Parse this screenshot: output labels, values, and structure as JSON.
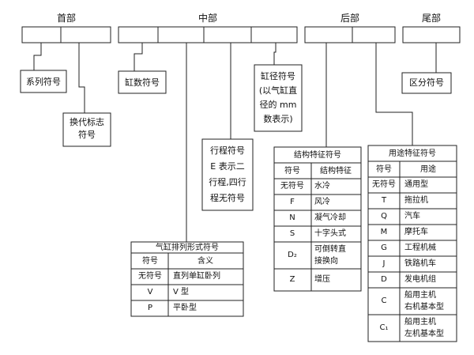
{
  "headers": {
    "head": "首部",
    "middle": "中部",
    "rear": "后部",
    "tail": "尾部"
  },
  "labels": {
    "series_code": "系列符号",
    "variant_code": [
      "换代标志",
      "符号"
    ],
    "cylinder_count_code": "缸数符号",
    "bore_code": [
      "缸径符号",
      "(以气缸直",
      "径的 mm",
      "数表示)"
    ],
    "stroke_code": [
      "行程符号",
      "E 表示二",
      "行程,四行",
      "程无符号"
    ],
    "distinguish_code": "区分符号"
  },
  "tables": {
    "arrangement": {
      "title": "气缸排列形式符号",
      "columns": [
        "符号",
        "含义"
      ],
      "rows": [
        [
          "无符号",
          "直列单缸卧列"
        ],
        [
          "V",
          "V 型"
        ],
        [
          "P",
          "平卧型"
        ]
      ]
    },
    "structure": {
      "title": "结构特征符号",
      "columns": [
        "符号",
        "结构特征"
      ],
      "rows": [
        [
          "无符号",
          "水冷"
        ],
        [
          "F",
          "风冷"
        ],
        [
          "N",
          "凝气冷却"
        ],
        [
          "S",
          "十字头式"
        ],
        [
          "D₂",
          "可倒转直|接换向"
        ],
        [
          "Z",
          "增压"
        ]
      ]
    },
    "usage": {
      "title": "用途特征符号",
      "columns": [
        "符号",
        "用途"
      ],
      "rows": [
        [
          "无符号",
          "通用型"
        ],
        [
          "T",
          "拖拉机"
        ],
        [
          "Q",
          "汽车"
        ],
        [
          "M",
          "摩托车"
        ],
        [
          "G",
          "工程机械"
        ],
        [
          "J",
          "铁路机车"
        ],
        [
          "D",
          "发电机组"
        ],
        [
          "C",
          "船用主机|右机基本型"
        ],
        [
          "C₁",
          "船用主机|左机基本型"
        ]
      ]
    }
  }
}
